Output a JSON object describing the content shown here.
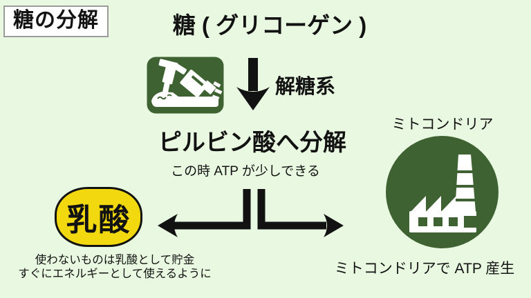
{
  "title": "糖の分解",
  "flow": {
    "source_label": "糖 ( グリコーゲン )",
    "glycolysis_label": "解糖系",
    "pyruvate_label": "ピルビン酸へ分解",
    "atp_note": "この時 ATP が少しできる"
  },
  "lactate": {
    "label": "乳酸",
    "note_line1": "使わないものは乳酸として貯金",
    "note_line2": "すぐにエネルギーとして使えるように"
  },
  "mitochondria": {
    "label": "ミトコンドリア",
    "caption": "ミトコンドリアで ATP 産生"
  },
  "icons": {
    "breaker": "jackhammer-demolition-icon",
    "factory": "factory-icon",
    "down_arrow": "down-arrow-icon",
    "branch_arrows": "left-right-branch-arrows-icon"
  },
  "colors": {
    "background": "#e9f8e0",
    "dark_green": "#3f6233",
    "yellow": "#f2d90f",
    "text": "#121212",
    "white": "#ffffff",
    "box_border": "#9b9b9b"
  }
}
